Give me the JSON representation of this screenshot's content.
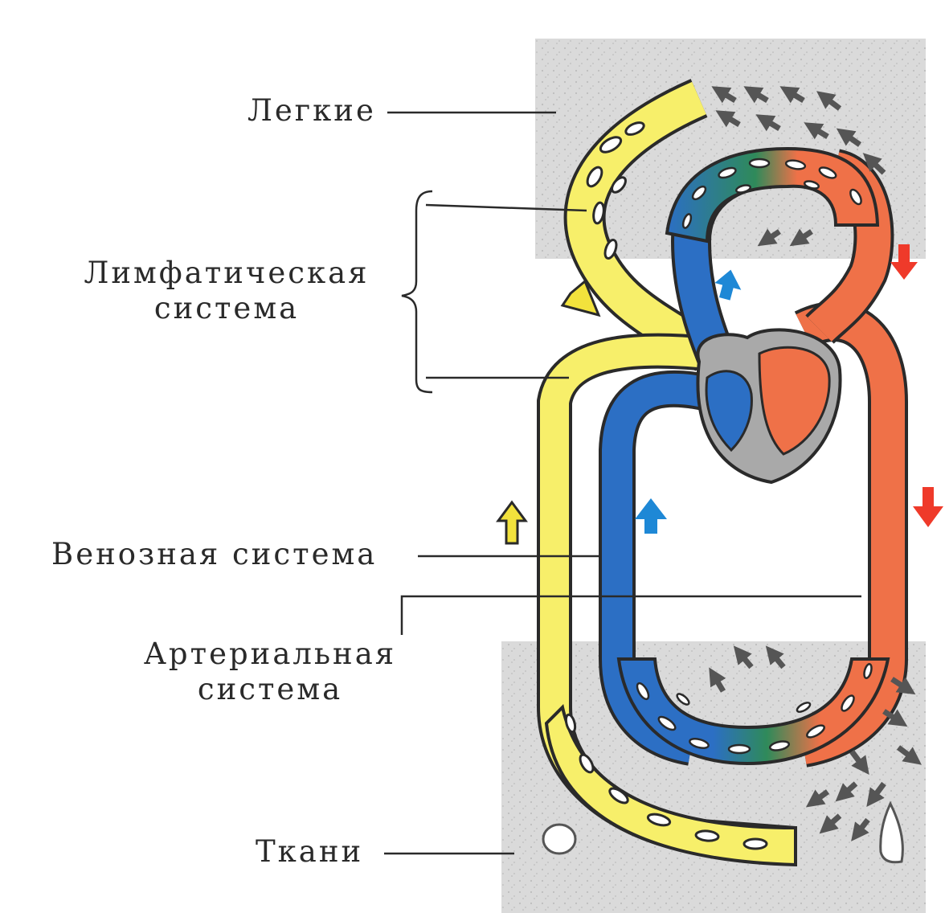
{
  "labels": {
    "lungs": "Легкие",
    "lymph_line1": "Лимфатическая",
    "lymph_line2": "система",
    "venous": "Венозная система",
    "arterial_line1": "Артериальная",
    "arterial_line2": "система",
    "tissues": "Ткани"
  },
  "colors": {
    "lymph": "#f7ef6a",
    "venous": "#2c6fc4",
    "arterial": "#ef7148",
    "capillary_mix": "#2f8a5a",
    "heart_wall": "#a9a9a9",
    "tissue_bg": "#d7d7d7",
    "outline": "#2a2a2a",
    "flow_arrow": "#555555",
    "venous_arrow": "#1e88d6",
    "arterial_arrow": "#ef3a2a",
    "lymph_arrow": "#f2e23c"
  },
  "icons": {
    "lymph_flow": "outlined-arrow",
    "venous_flow": "blue-arrow",
    "arterial_flow": "red-arrow",
    "exchange_flow": "small-gray-arrows"
  }
}
